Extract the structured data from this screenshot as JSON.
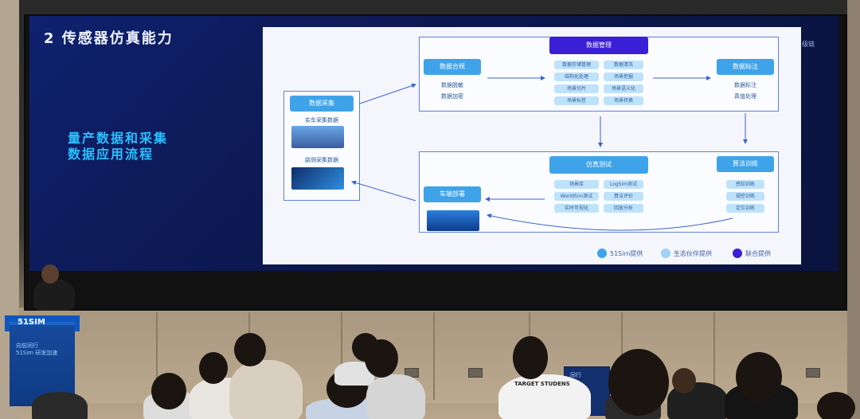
{
  "slide": {
    "title": "2  传感器仿真能力",
    "side_text_line1": "量产数据和采集",
    "side_text_line2": "数据应用流程",
    "corner_brand": "星级链"
  },
  "diagram": {
    "collect": {
      "title": "数据采集",
      "item1": "实车采集数据",
      "item2": "路侧采集数据"
    },
    "compliance": {
      "title": "数据合规",
      "item1": "数据脱敏",
      "item2": "数据加密"
    },
    "management": {
      "title": "数据管理",
      "items": [
        "数据存储管理",
        "数据清洗",
        "结构化处理",
        "场景挖掘",
        "场景切片",
        "场景语义化",
        "场景标签",
        "场景转换"
      ]
    },
    "labeling": {
      "title": "数据标注",
      "item1": "数据标注",
      "item2": "真值处理"
    },
    "sim_test": {
      "title": "仿真测试",
      "items": [
        "场景库",
        "LogSim测试",
        "WorldSim测试",
        "算法评价",
        "实时可视化",
        "回放分析"
      ]
    },
    "algo": {
      "title": "算法训练",
      "items": [
        "感知训练",
        "规控训练",
        "定位训练"
      ]
    },
    "deploy": {
      "title": "车端部署"
    },
    "legend": {
      "item1": "51Sim提供",
      "item2": "生态伙伴提供",
      "item3": "联合提供",
      "color1": "#3fa3e9",
      "color2": "#9fd0f5",
      "color3": "#3a1fd6"
    }
  },
  "stage": {
    "podium_logo": "51SIM",
    "podium_line1": "向前同行",
    "podium_line2": "51Sim 研发加速",
    "poster_text": "同行",
    "shirt_text": "TARGET STUDENS"
  }
}
